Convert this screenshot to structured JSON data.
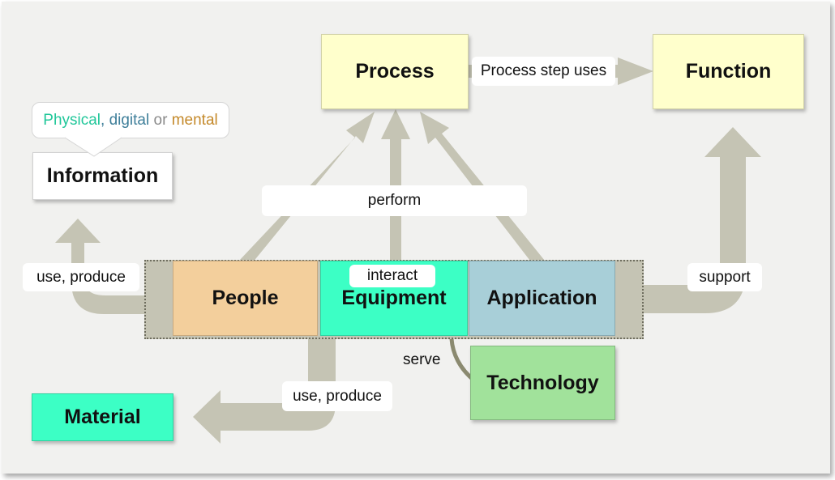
{
  "boxes": {
    "process": "Process",
    "function": "Function",
    "information": "Information",
    "people": "People",
    "equipment": "Equipment",
    "application": "Application",
    "technology": "Technology",
    "material": "Material"
  },
  "labels": {
    "process_step_uses": "Process step uses",
    "perform": "perform",
    "interact": "interact",
    "use_produce_left": "use, produce",
    "use_produce_bottom": "use, produce",
    "support": "support",
    "serve": "serve"
  },
  "callout": {
    "physical": "Physical",
    "comma": ",",
    "digital": "digital",
    "or": "or",
    "mental": "mental"
  },
  "colors": {
    "background": "#f1f1ef",
    "arrow": "#c5c4b4",
    "yellow_box": "#ffffcc",
    "people": "#f3cf9c",
    "equipment": "#3cffc5",
    "application": "#a8cfd8",
    "technology": "#a1e29b",
    "material": "#3cffc5",
    "information": "#ffffff"
  }
}
